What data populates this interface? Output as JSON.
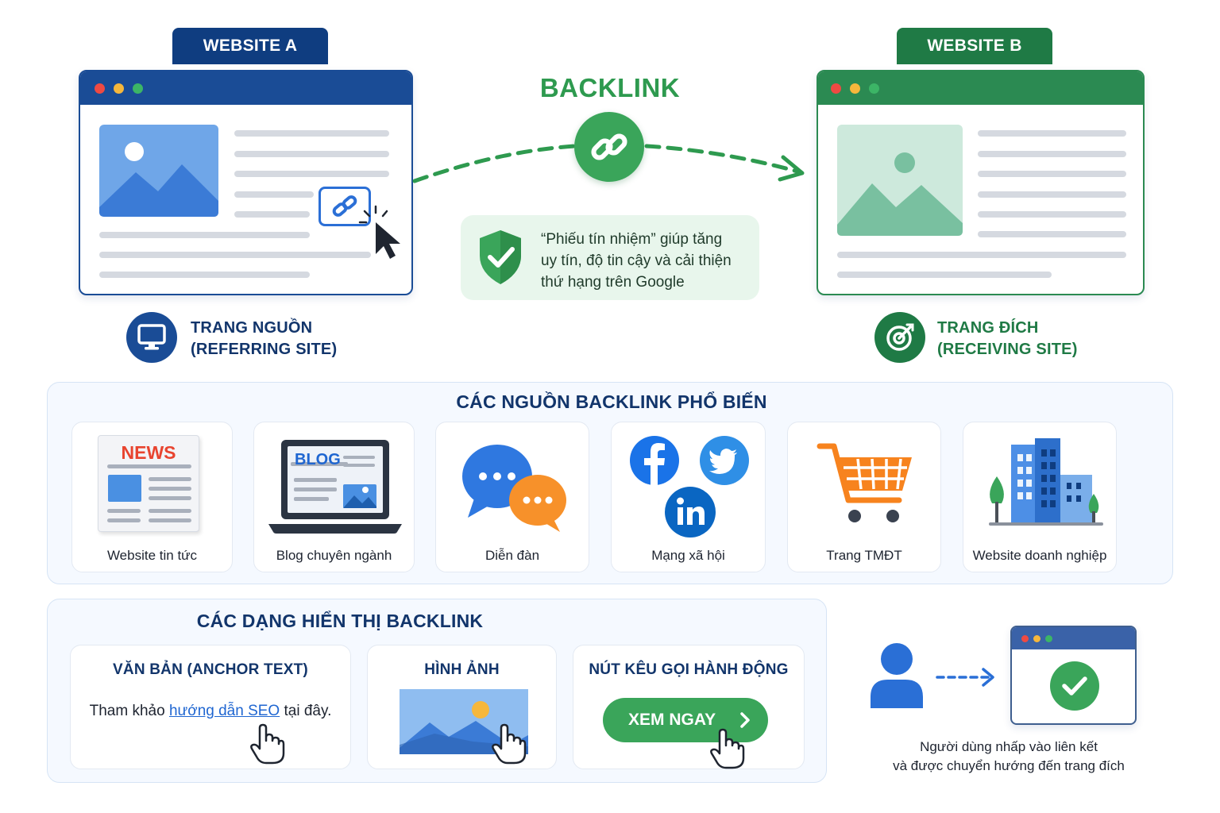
{
  "website_a": {
    "tag": "WEBSITE A",
    "label_line1": "TRANG NGUỒN",
    "label_line2": "(REFERRING SITE)"
  },
  "website_b": {
    "tag": "WEBSITE B",
    "label_line1": "TRANG ĐÍCH",
    "label_line2": "(RECEIVING SITE)"
  },
  "backlink": {
    "title": "BACKLINK",
    "note_line1": "“Phiếu tín nhiệm” giúp tăng",
    "note_line2": "uy tín, độ tin cậy và cải thiện",
    "note_line3": "thứ hạng trên Google"
  },
  "sources": {
    "title": "CÁC NGUỒN BACKLINK PHỔ BIẾN",
    "items": [
      {
        "label": "Website tin tức",
        "icon": "newspaper-icon",
        "badge": "NEWS"
      },
      {
        "label": "Blog chuyên ngành",
        "icon": "laptop-blog-icon",
        "badge": "BLOG"
      },
      {
        "label": "Diễn đàn",
        "icon": "chat-bubbles-icon"
      },
      {
        "label": "Mạng xã hội",
        "icon": "social-media-icon"
      },
      {
        "label": "Trang TMĐT",
        "icon": "shopping-cart-icon"
      },
      {
        "label": "Website doanh nghiệp",
        "icon": "office-building-icon"
      }
    ]
  },
  "display": {
    "title": "CÁC DẠNG HIỂN THỊ BACKLINK",
    "anchor": {
      "title": "VĂN BẢN (ANCHOR TEXT)",
      "before": "Tham khảo ",
      "link": "hướng dẫn SEO",
      "after": " tại đây."
    },
    "image": {
      "title": "HÌNH ẢNH"
    },
    "cta": {
      "title": "NÚT KÊU GỌI HÀNH ĐỘNG",
      "button": "XEM NGAY"
    }
  },
  "user_flow": {
    "line1": "Người dùng nhấp vào liên kết",
    "line2": "và được chuyển hướng đến trang đích"
  },
  "colors": {
    "blue": "#0f3d80",
    "green": "#1f7a45",
    "accent_green": "#3aa55a",
    "link_blue": "#1f66d1"
  }
}
